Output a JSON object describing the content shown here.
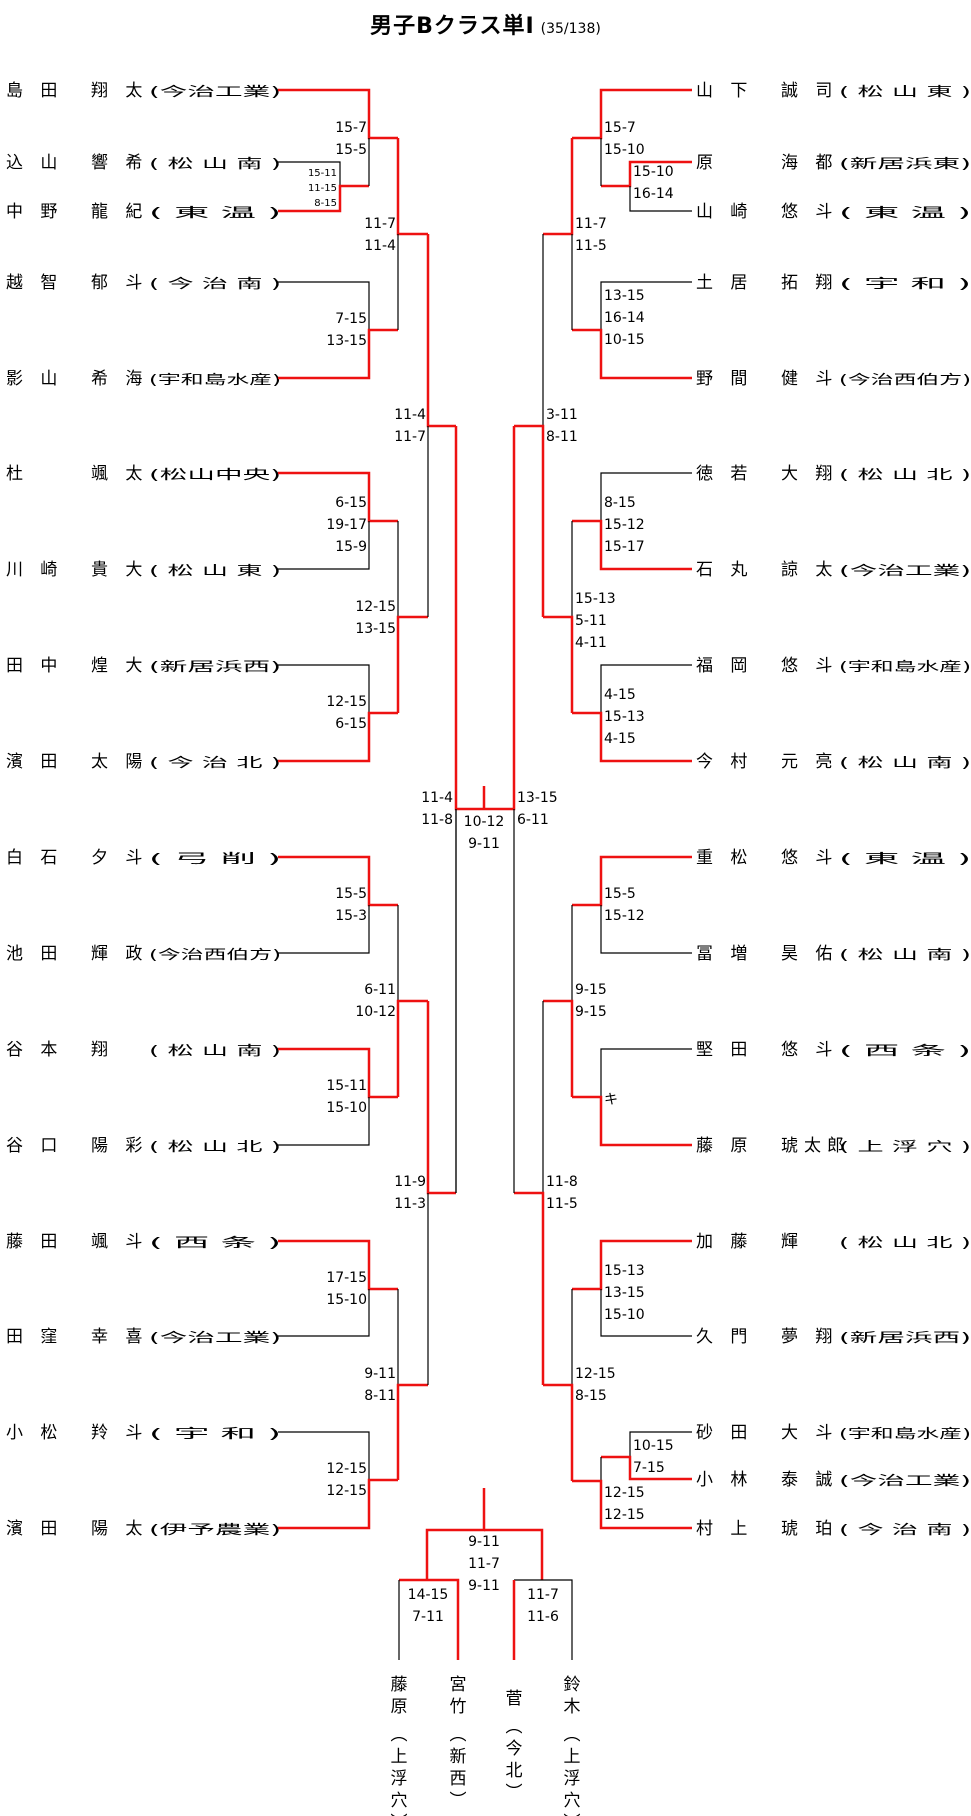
{
  "title": {
    "main": "男子Bクラス単Ⅰ",
    "count": "(35/138)"
  },
  "colors": {
    "winner_line": "#ee1111",
    "loser_line": "#000000",
    "text": "#000000"
  },
  "left_players": [
    {
      "surname": "島 田",
      "given": "翔 太",
      "school": "(今治工業)"
    },
    {
      "surname": "込 山",
      "given": "響 希",
      "school": "( 松 山 南 )"
    },
    {
      "surname": "中 野",
      "given": "龍 紀",
      "school": "(  東  温  )"
    },
    {
      "surname": "越 智",
      "given": "郁 斗",
      "school": "( 今 治 南 )"
    },
    {
      "surname": "影 山",
      "given": "希 海",
      "school": "(宇和島水産)"
    },
    {
      "surname": "杜",
      "given": "颯 太",
      "school": "(松山中央)"
    },
    {
      "surname": "川 崎",
      "given": "貴 大",
      "school": "( 松 山 東 )"
    },
    {
      "surname": "田 中",
      "given": "煌 大",
      "school": "(新居浜西)"
    },
    {
      "surname": "濱 田",
      "given": "太 陽",
      "school": "( 今 治 北 )"
    },
    {
      "surname": "白 石",
      "given": "夕 斗",
      "school": "(  弓  削  )"
    },
    {
      "surname": "池 田",
      "given": "輝 政",
      "school": "(今治西伯方)"
    },
    {
      "surname": "谷 本",
      "given": "翔",
      "school": "( 松 山 南 )"
    },
    {
      "surname": "谷 口",
      "given": "陽 彩",
      "school": "( 松 山 北 )"
    },
    {
      "surname": "藤 田",
      "given": "颯 斗",
      "school": "(  西  条  )"
    },
    {
      "surname": "田 窪",
      "given": "幸 喜",
      "school": "(今治工業)"
    },
    {
      "surname": "小 松",
      "given": "羚 斗",
      "school": "(  宇  和  )"
    },
    {
      "surname": "濱 田",
      "given": "陽 太",
      "school": "(伊予農業)"
    }
  ],
  "right_players": [
    {
      "surname": "山 下",
      "given": "誠 司",
      "school": "( 松 山 東 )"
    },
    {
      "surname": "原",
      "given": "海 都",
      "school": "(新居浜東)"
    },
    {
      "surname": "山 崎",
      "given": "悠 斗",
      "school": "(  東  温  )"
    },
    {
      "surname": "土 居",
      "given": "拓 翔",
      "school": "(  宇  和  )"
    },
    {
      "surname": "野 間",
      "given": "健 斗",
      "school": "(今治西伯方)"
    },
    {
      "surname": "徳 若",
      "given": "大 翔",
      "school": "( 松 山 北 )"
    },
    {
      "surname": "石 丸",
      "given": "諒 太",
      "school": "(今治工業)"
    },
    {
      "surname": "福 岡",
      "given": "悠 斗",
      "school": "(宇和島水産)"
    },
    {
      "surname": "今 村",
      "given": "元 亮",
      "school": "( 松 山 南 )"
    },
    {
      "surname": "重 松",
      "given": "悠 斗",
      "school": "(  東  温  )"
    },
    {
      "surname": "冨 増",
      "given": "昊 佑",
      "school": "( 松 山 南 )"
    },
    {
      "surname": "𡌛 田",
      "given": "悠 斗",
      "school": "(  西  条  )"
    },
    {
      "surname": "藤 原",
      "given": "琥太郎",
      "school": "( 上 浮 穴 )"
    },
    {
      "surname": "加 藤",
      "given": "輝",
      "school": "( 松 山 北 )"
    },
    {
      "surname": "久 門",
      "given": "夢 翔",
      "school": "(新居浜西)"
    },
    {
      "surname": "砂 田",
      "given": "大 斗",
      "school": "(宇和島水産)"
    },
    {
      "surname": "小 林",
      "given": "泰 誠",
      "school": "(今治工業)"
    },
    {
      "surname": "村 上",
      "given": "琥 珀",
      "school": "( 今 治 南 )"
    }
  ],
  "bottom_players": [
    {
      "name": "藤原",
      "school": "上浮穴"
    },
    {
      "name": "宮竹",
      "school": "新西"
    },
    {
      "name": "菅",
      "school": "今北"
    },
    {
      "name": "鈴木",
      "school": "上浮穴"
    }
  ],
  "scores": {
    "l_r0_2v3": [
      "15-11",
      "11-15",
      "8-15"
    ],
    "l_r1_1": [
      "15-7",
      "15-5"
    ],
    "l_r1_4v5": [
      "7-15",
      "13-15"
    ],
    "l_r2_a": [
      "11-7",
      "11-4"
    ],
    "l_r1_6v7": [
      "6-15",
      "19-17",
      "15-9"
    ],
    "l_r1_8v9": [
      "12-15",
      "6-15"
    ],
    "l_r2_b": [
      "12-15",
      "13-15"
    ],
    "l_r3_top": [
      "11-4",
      "11-7"
    ],
    "l_r1_10v11": [
      "15-5",
      "15-3"
    ],
    "l_r1_12v13": [
      "15-11",
      "15-10"
    ],
    "l_r2_c": [
      "6-11",
      "10-12"
    ],
    "l_r1_14v15": [
      "17-15",
      "15-10"
    ],
    "l_r1_16v17": [
      "12-15",
      "12-15"
    ],
    "l_r2_d": [
      "9-11",
      "8-11"
    ],
    "l_r3_bot": [
      "11-9",
      "11-3"
    ],
    "l_semi": [
      "11-4",
      "11-8"
    ],
    "final": [
      "10-12",
      "9-11"
    ],
    "r_semi": [
      "13-15",
      "6-11"
    ],
    "r_r0_2v3": [
      "15-10",
      "16-14"
    ],
    "r_r1_1": [
      "15-7",
      "15-10"
    ],
    "r_r1_4v5": [
      "13-15",
      "16-14",
      "10-15"
    ],
    "r_r2_a": [
      "11-7",
      "11-5"
    ],
    "r_r1_6v7": [
      "8-15",
      "15-12",
      "15-17"
    ],
    "r_r1_8v9": [
      "4-15",
      "15-13",
      "4-15"
    ],
    "r_r2_b": [
      "15-13",
      "5-11",
      "4-11"
    ],
    "r_r3_top": [
      "3-11",
      "8-11"
    ],
    "r_r1_10v11": [
      "15-5",
      "15-12"
    ],
    "r_r1_12v13": [
      "キ"
    ],
    "r_r2_c": [
      "9-15",
      "9-15"
    ],
    "r_r1_14v15": [
      "15-13",
      "13-15",
      "15-10"
    ],
    "r_r0_16v17": [
      "10-15",
      "7-15"
    ],
    "r_r1_16v18": [
      "12-15",
      "12-15"
    ],
    "r_r2_d": [
      "12-15",
      "8-15"
    ],
    "r_r3_bot": [
      "11-8",
      "11-5"
    ],
    "b_top": [
      "9-11",
      "11-7",
      "9-11"
    ],
    "b_left": [
      "14-15",
      "7-11"
    ],
    "b_right": [
      "11-7",
      "11-6"
    ]
  }
}
